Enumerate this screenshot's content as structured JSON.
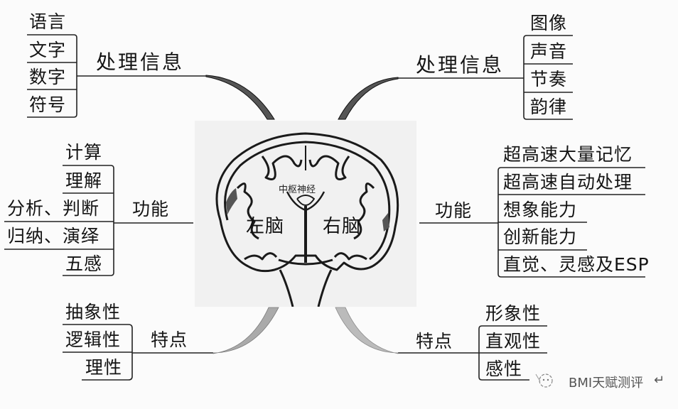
{
  "center": {
    "label_center": "中枢神经",
    "label_left": "左脑",
    "label_right": "右脑"
  },
  "left": {
    "processing": {
      "title": "处理信息",
      "items": [
        "语言",
        "文字",
        "数字",
        "符号"
      ]
    },
    "function": {
      "title": "功能",
      "items": [
        "计算",
        "理解",
        "分析、判断",
        "归纳、演绎",
        "五感"
      ]
    },
    "traits": {
      "title": "特点",
      "items": [
        "抽象性",
        "逻辑性",
        "理性"
      ]
    }
  },
  "right": {
    "processing": {
      "title": "处理信息",
      "items": [
        "图像",
        "声音",
        "节奏",
        "韵律"
      ]
    },
    "function": {
      "title": "功能",
      "items": [
        "超高速大量记忆",
        "超高速自动处理",
        "想象能力",
        "创新能力",
        "直觉、灵感及ESP"
      ]
    },
    "traits": {
      "title": "特点",
      "items": [
        "形象性",
        "直观性",
        "感性"
      ]
    }
  },
  "watermark": {
    "icon": "wechat-icon",
    "text": "BMI天赋测评"
  }
}
